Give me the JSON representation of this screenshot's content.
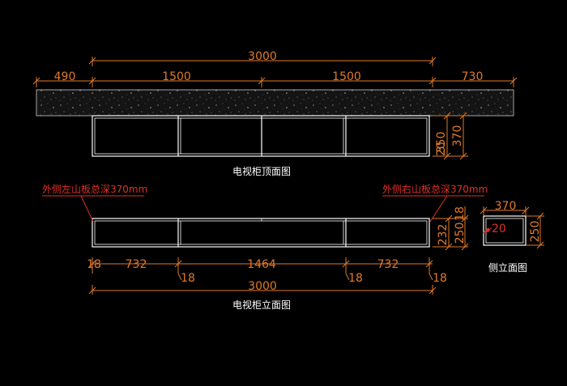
{
  "colors": {
    "background": "#000000",
    "dimension": "#e07a2a",
    "geometry": "#ffffff",
    "annotation": "#e0302a",
    "slab_fill": "#1a1a1a"
  },
  "top_view": {
    "title": "电视柜顶面图",
    "dims": {
      "total": "3000",
      "left_offset": "490",
      "left_half": "1500",
      "right_half": "1500",
      "right_offset": "730",
      "depth_20": "20",
      "depth_350": "350",
      "depth_370": "370"
    }
  },
  "front_view": {
    "title": "电视柜立面图",
    "note_left": "外侧左山板总深370mm",
    "note_right": "外侧右山板总深370mm",
    "dims": {
      "panel_left": "18",
      "seg1": "732",
      "panel_a": "18",
      "seg2": "1464",
      "panel_b": "18",
      "seg3": "732",
      "panel_right": "18",
      "total": "3000",
      "height_232": "232",
      "height_250": "250",
      "top_18": "18"
    }
  },
  "side_view": {
    "title": "侧立面图",
    "dims": {
      "depth": "370",
      "height": "250",
      "inset": "20"
    }
  }
}
